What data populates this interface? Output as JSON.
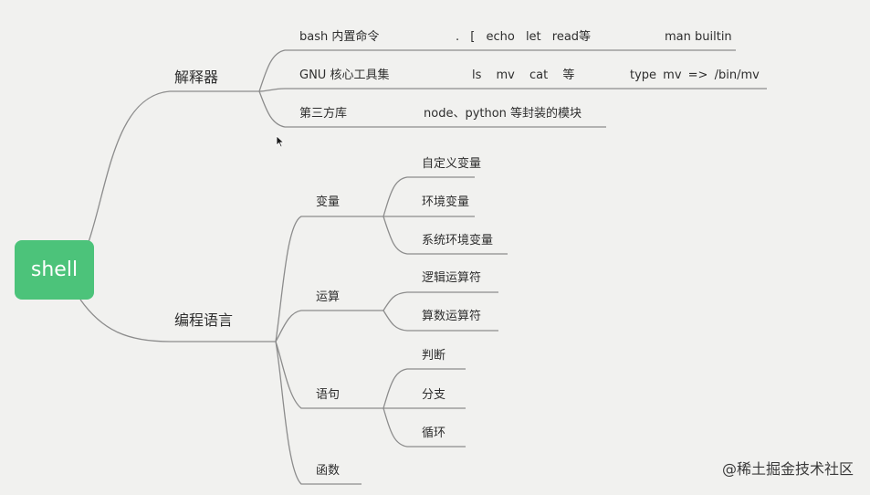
{
  "root": "shell",
  "interpreter": {
    "title": "解释器",
    "rows": [
      {
        "label": "bash 内置命令",
        "col1": ". [ echo let read等",
        "col2": "man builtin"
      },
      {
        "label": "GNU 核心工具集",
        "col1": "ls mv cat 等",
        "col2": "type mv => /bin/mv"
      },
      {
        "label": "第三方库",
        "col1": "node、python 等封装的模块"
      }
    ]
  },
  "language": {
    "title": "编程语言",
    "groups": [
      {
        "label": "变量",
        "children": [
          "自定义变量",
          "环境变量",
          "系统环境变量"
        ]
      },
      {
        "label": "运算",
        "children": [
          "逻辑运算符",
          "算数运算符"
        ]
      },
      {
        "label": "语句",
        "children": [
          "判断",
          "分支",
          "循环"
        ]
      },
      {
        "label": "函数",
        "children": []
      }
    ]
  },
  "watermark": "@稀土掘金技术社区"
}
